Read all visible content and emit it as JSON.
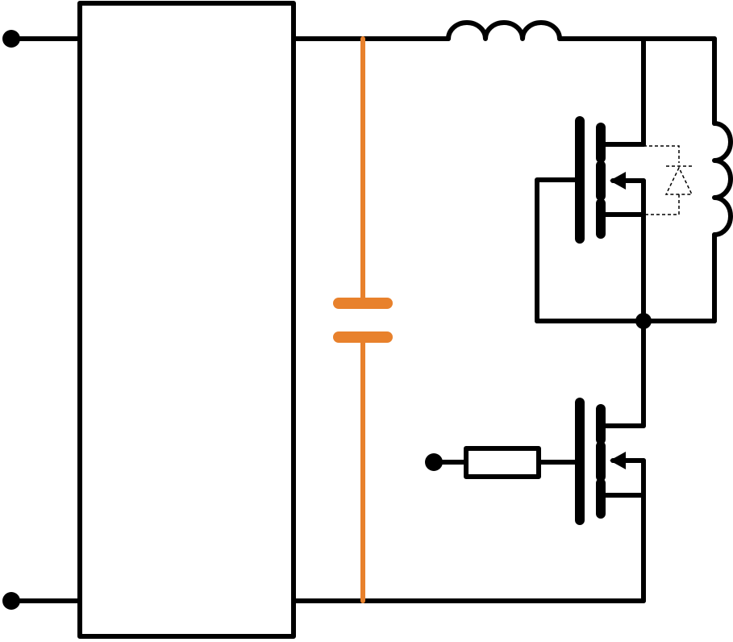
{
  "diagram": {
    "type": "circuit-schematic",
    "colors": {
      "wire": "#000000",
      "capacitor": "#E8812C",
      "body_diode": "#000000",
      "background": "#ffffff"
    },
    "components": [
      {
        "kind": "input-terminal",
        "role": "upper input terminal"
      },
      {
        "kind": "input-terminal",
        "role": "lower input terminal"
      },
      {
        "kind": "block",
        "role": "rectifier / input block (unlabeled)"
      },
      {
        "kind": "capacitor",
        "role": "DC link capacitor",
        "highlighted": true
      },
      {
        "kind": "inductor",
        "role": "series inductor"
      },
      {
        "kind": "inductor",
        "role": "transformer / shunt winding"
      },
      {
        "kind": "mosfet",
        "role": "upper switch (gate tied to source)"
      },
      {
        "kind": "diode",
        "role": "upper switch body diode",
        "style": "dashed"
      },
      {
        "kind": "mosfet",
        "role": "lower switch"
      },
      {
        "kind": "resistor",
        "role": "gate resistor"
      },
      {
        "kind": "input-terminal",
        "role": "gate drive terminal"
      }
    ]
  }
}
